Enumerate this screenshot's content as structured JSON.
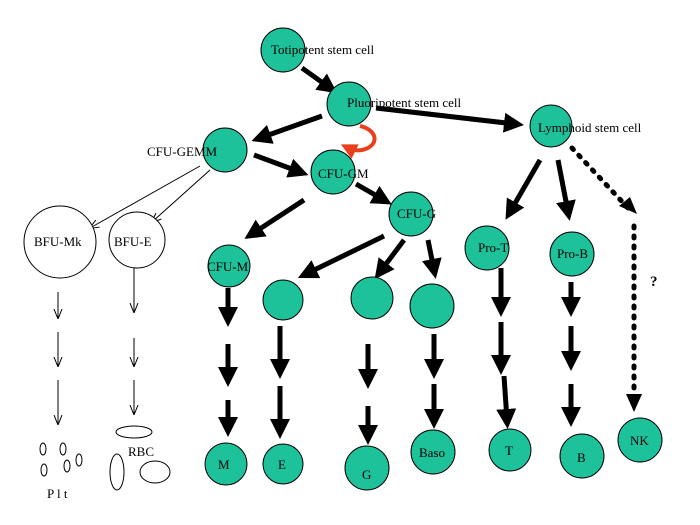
{
  "nodes": {
    "totipotent": "Totipotent stem cell",
    "pluripotent": "Pluoripotent stem cell",
    "lymphoid": "Lymphoid stem cell",
    "cfu_gemm": "CFU-GEMM",
    "cfu_gm": "CFU-GM",
    "cfu_g": "CFU-G",
    "cfu_m": "CFU-M",
    "bfu_mk": "BFU-Mk",
    "bfu_e": "BFU-E",
    "pro_t": "Pro-T",
    "pro_b": "Pro-B",
    "m": "M",
    "e": "E",
    "g": "G",
    "baso": "Baso",
    "t": "T",
    "b": "B",
    "nk": "NK",
    "rbc": "RBC",
    "plt": "P l t",
    "unknown": "?"
  },
  "colors": {
    "cell_fill": "#1ec29a",
    "self_renewal_arrow": "#e8401c"
  }
}
